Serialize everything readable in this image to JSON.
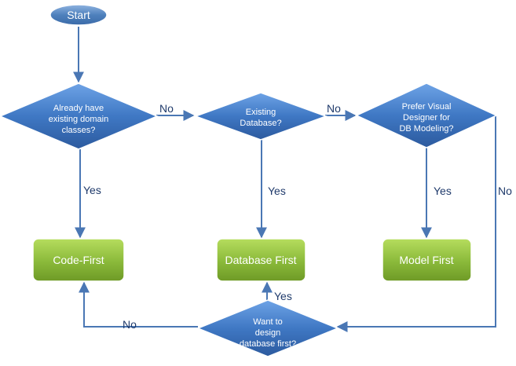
{
  "start": {
    "label": "Start"
  },
  "decisions": {
    "domain_classes": [
      "Already have",
      "existing domain",
      "classes?"
    ],
    "existing_db": [
      "Existing",
      "Database?"
    ],
    "visual_designer": [
      "Prefer Visual",
      "Designer for",
      "DB Modeling?"
    ],
    "design_db_first": [
      "Want to",
      "design",
      "database first?"
    ]
  },
  "outcomes": {
    "code_first": "Code-First",
    "database_first": "Database First",
    "model_first": "Model First"
  },
  "edge_labels": {
    "no_1": "No",
    "no_2": "No",
    "no_3": "No",
    "no_4": "No",
    "yes_1": "Yes",
    "yes_2": "Yes",
    "yes_3": "Yes",
    "yes_4": "Yes"
  },
  "colors": {
    "decision_fill": "#3f78c4",
    "outcome_fill": "#8ab93a",
    "start_fill": "#4f81bd",
    "connector": "#4a77b4",
    "label_text": "#1f3a6b"
  }
}
